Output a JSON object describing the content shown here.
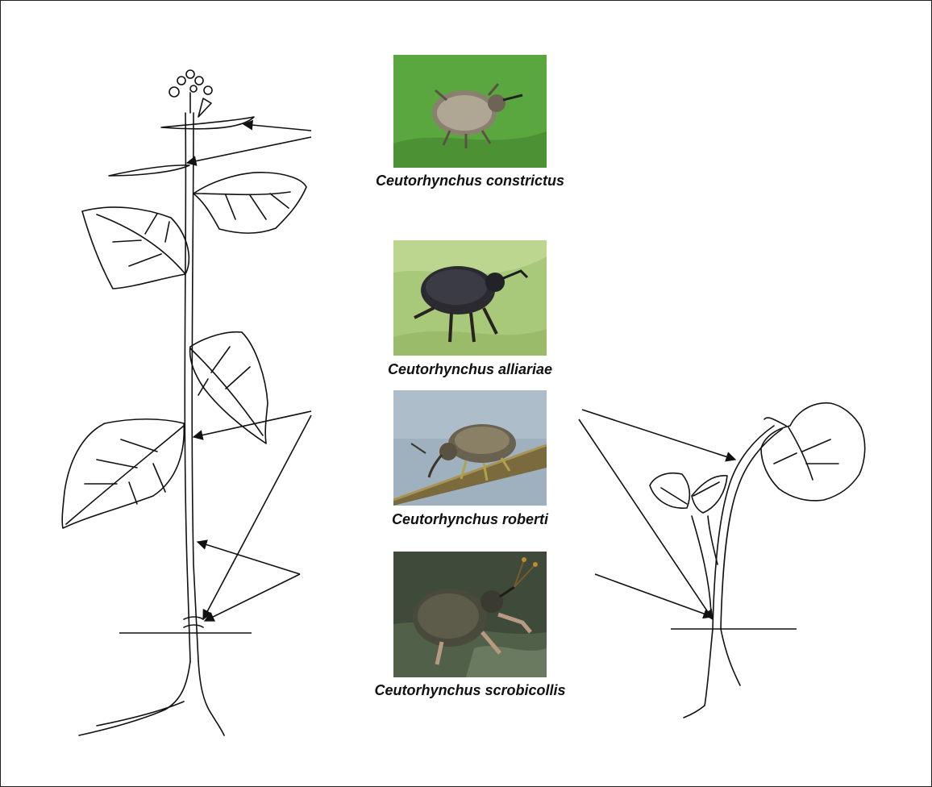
{
  "species": [
    {
      "name": "Ceutorhynchus constrictus"
    },
    {
      "name": "Ceutorhynchus alliariae"
    },
    {
      "name": "Ceutorhynchus roberti"
    },
    {
      "name": "Ceutorhynchus scrobicollis"
    }
  ],
  "colors": {
    "line": "#111111",
    "leaf_green": "#4f9a3a",
    "pale_green": "#a9c97a",
    "blue_grey": "#9fb0bf",
    "dark_green": "#3e4a3a"
  }
}
